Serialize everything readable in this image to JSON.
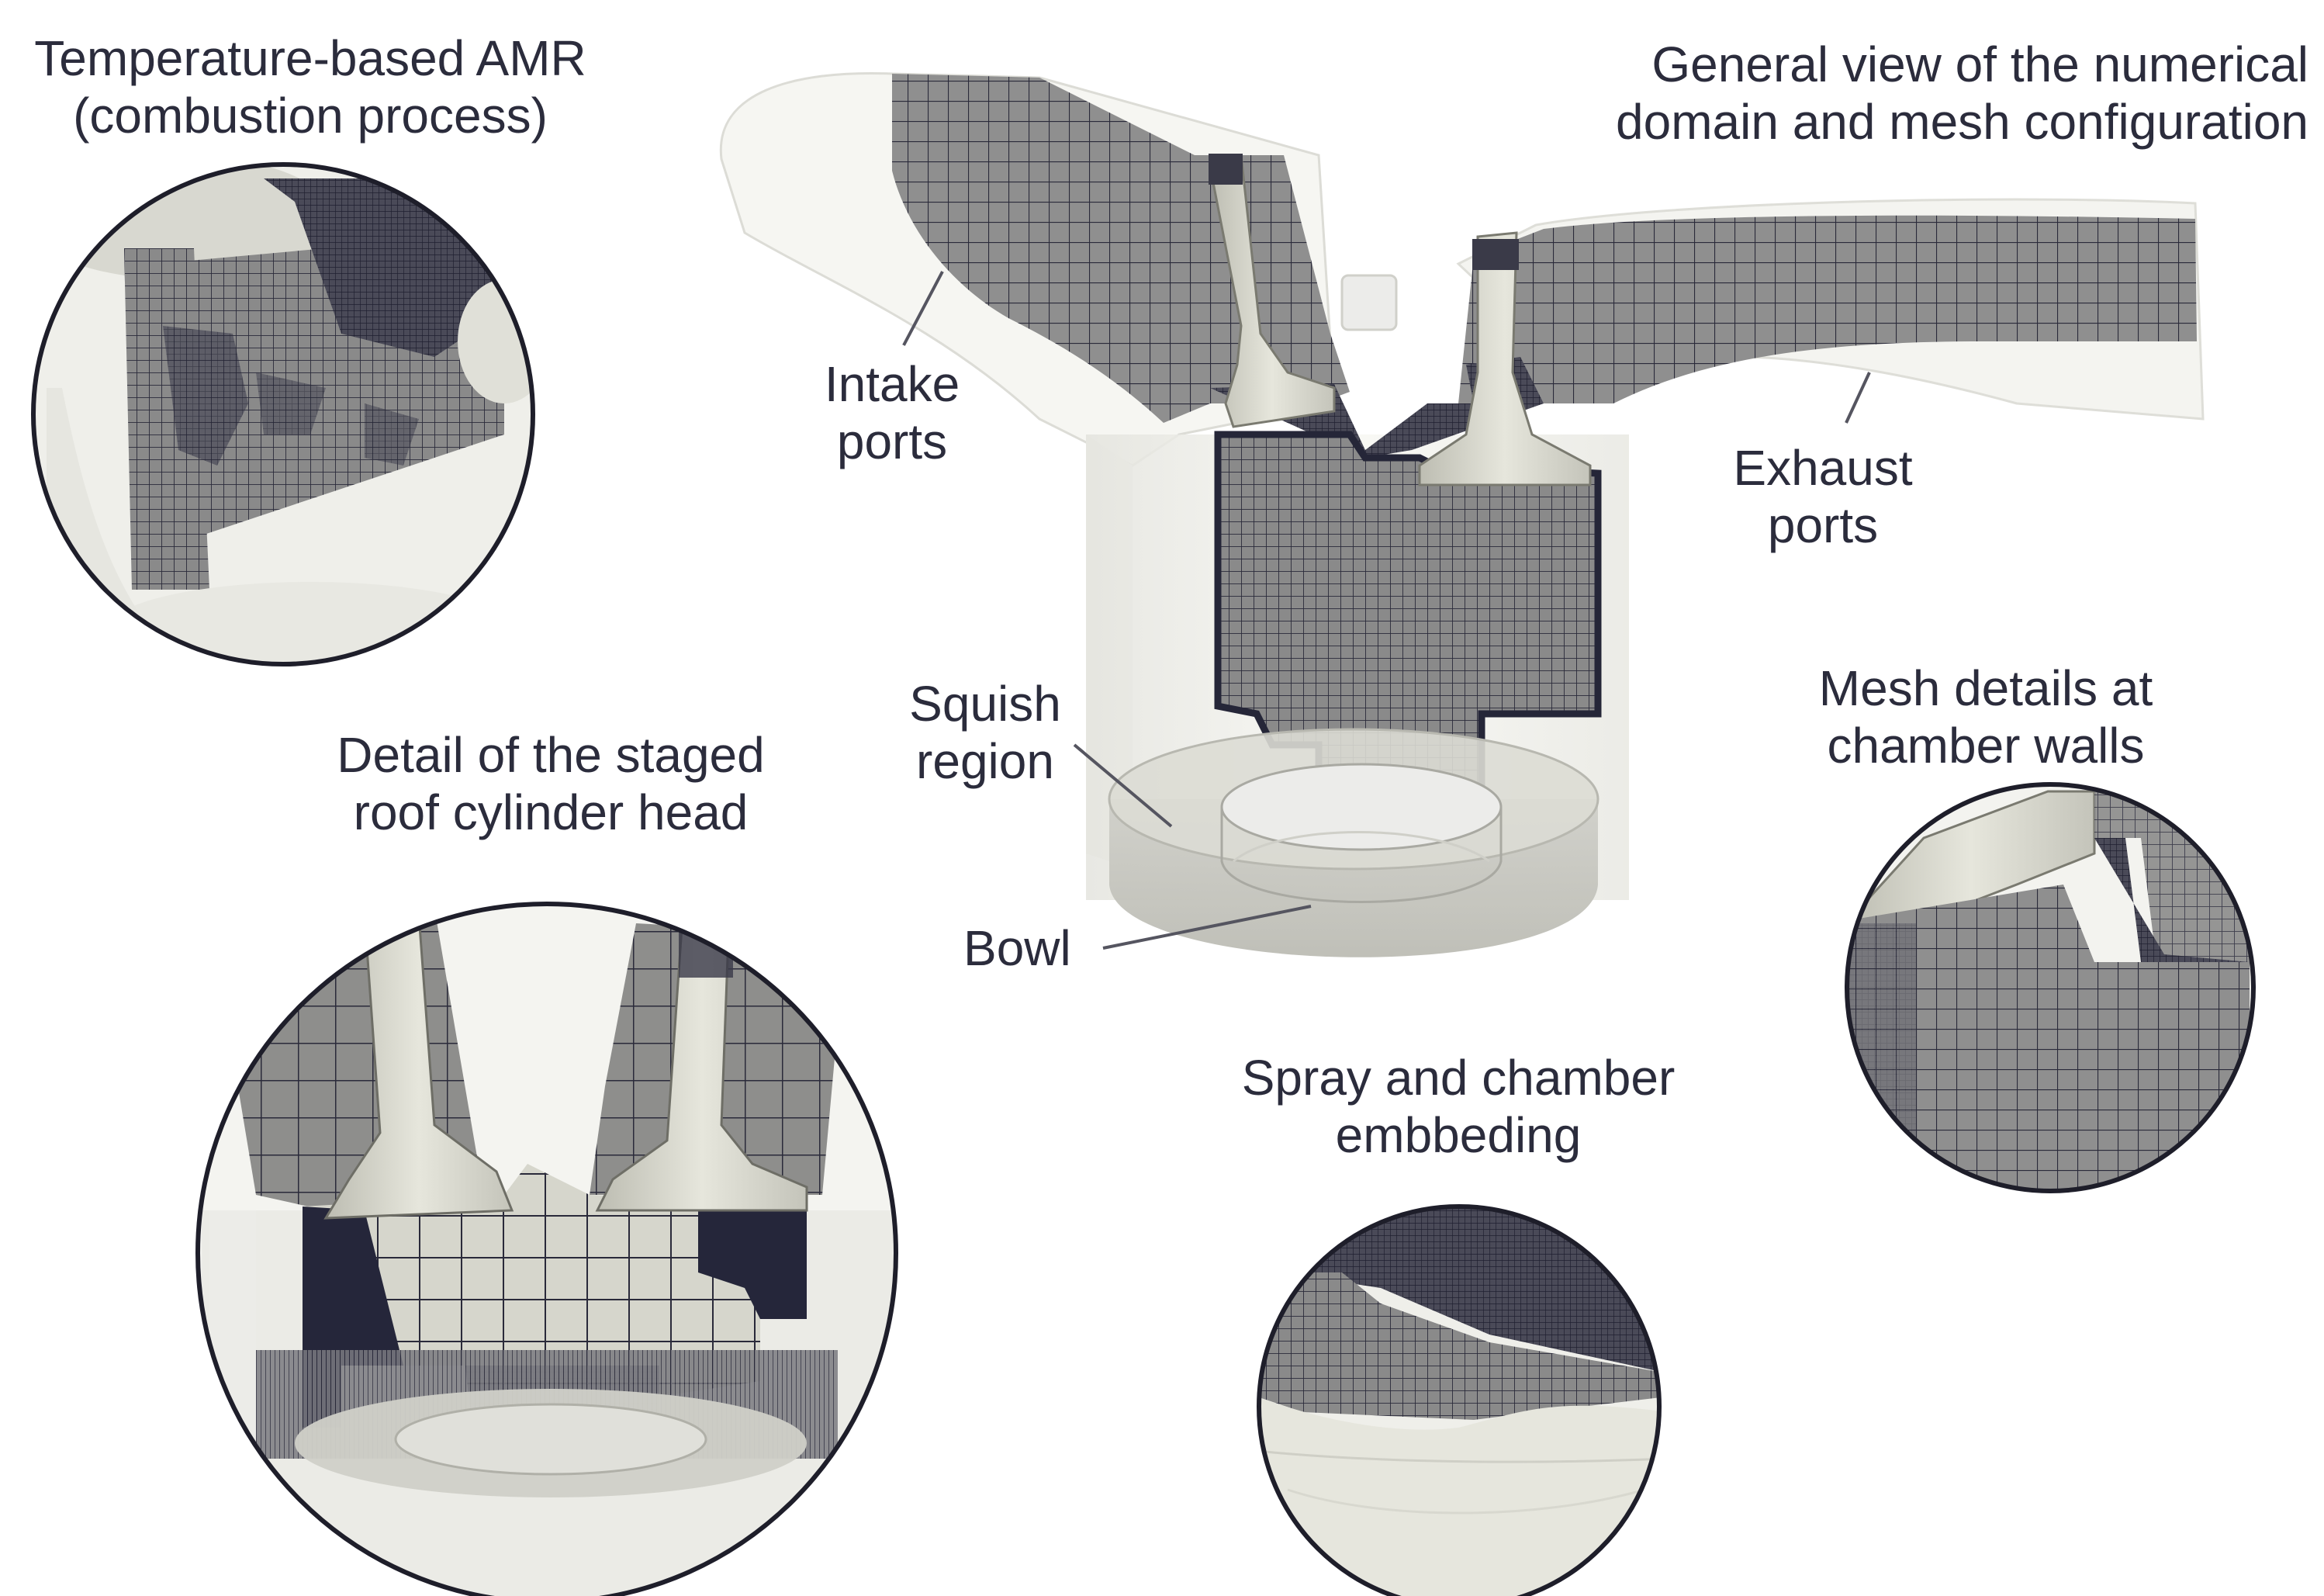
{
  "labels": {
    "amr": [
      "Temperature-based AMR",
      "(combustion process)"
    ],
    "general": [
      "General view of the numerical",
      "domain and mesh configuration"
    ],
    "intake": [
      "Intake",
      "ports"
    ],
    "exhaust": [
      "Exhaust",
      "ports"
    ],
    "squish": [
      "Squish",
      "region"
    ],
    "bowl": "Bowl",
    "walls": [
      "Mesh details at",
      "chamber walls"
    ],
    "roof": [
      "Detail of the staged",
      "roof cylinder head"
    ],
    "spray": [
      "Spray and chamber",
      "embbeding"
    ]
  },
  "colors": {
    "mesh_fill": "#8c8c8c",
    "mesh_line": "#2a2a3a",
    "dense_mesh": "#252638",
    "solid": "#f2f2ee",
    "solid_shadow": "#c9c9c2",
    "valve": "#dcdcd2",
    "outline": "#1e1e2a",
    "text": "#2b2c3c"
  }
}
